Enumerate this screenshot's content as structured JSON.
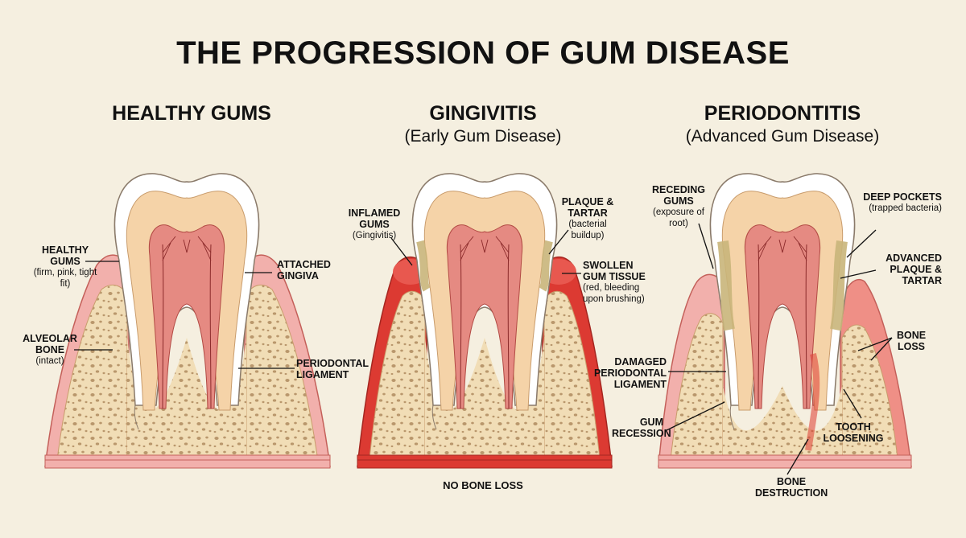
{
  "title": "THE PROGRESSION OF GUM DISEASE",
  "panels": [
    {
      "heading": "HEALTHY GUMS",
      "subheading": "",
      "labels": {
        "healthy_gums": {
          "title": "HEALTHY GUMS",
          "sub": "(firm, pink, tight fit)"
        },
        "attached_gingiva": {
          "title": "ATTACHED GINGIVA",
          "sub": ""
        },
        "alveolar_bone": {
          "title": "ALVEOLAR BONE",
          "sub": "(intact)"
        },
        "periodontal_ligament": {
          "title": "PERIODONTAL LIGAMENT",
          "sub": ""
        }
      }
    },
    {
      "heading": "GINGIVITIS",
      "subheading": "(Early Gum Disease)",
      "labels": {
        "inflamed_gums": {
          "title": "INFLAMED GUMS",
          "sub": "(Gingivitis)"
        },
        "plaque_tartar": {
          "title": "PLAQUE & TARTAR",
          "sub": "(bacterial buildup)"
        },
        "swollen_gum_tissue": {
          "title": "SWOLLEN GUM TISSUE",
          "sub": "(red, bleeding upon brushing)"
        }
      },
      "footer": "NO BONE LOSS"
    },
    {
      "heading": "PERIODONTITIS",
      "subheading": "(Advanced Gum Disease)",
      "labels": {
        "receding_gums": {
          "title": "RECEDING GUMS",
          "sub": "(exposure of root)"
        },
        "deep_pockets": {
          "title": "DEEP POCKETS",
          "sub": "(trapped bacteria)"
        },
        "advanced_plaque": {
          "title": "ADVANCED PLAQUE & TARTAR",
          "sub": ""
        },
        "bone_loss": {
          "title": "BONE LOSS",
          "sub": ""
        },
        "damaged_ligament": {
          "title": "DAMAGED PERIODONTAL LIGAMENT",
          "sub": ""
        },
        "gum_recession": {
          "title": "GUM RECESSION",
          "sub": ""
        },
        "tooth_loosening": {
          "title": "TOOTH LOOSENING",
          "sub": ""
        },
        "bone_destruction": {
          "title": "BONE DESTRUCTION",
          "sub": ""
        }
      }
    }
  ],
  "colors": {
    "background": "#f5efe0",
    "gum": "#f2b0ac",
    "gum_inflamed": "#dc3a32",
    "bone": "#f1ddb6",
    "enamel": "#ffffff",
    "dentin": "#f5d3a8",
    "pulp": "#e58a82",
    "plaque": "#c9b57a"
  }
}
